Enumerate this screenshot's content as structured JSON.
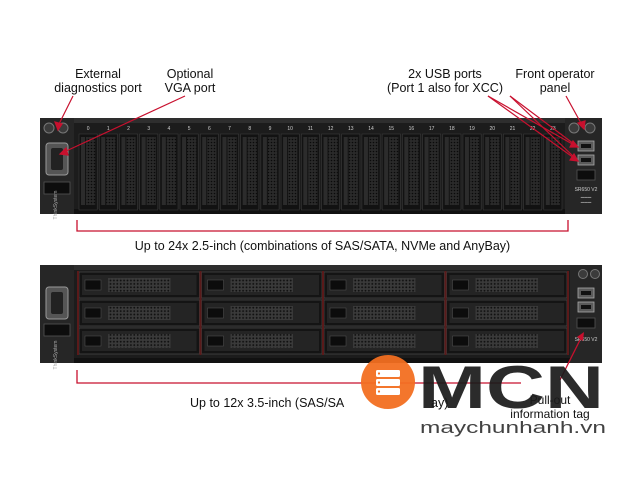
{
  "labels": {
    "ext_diag_1": "External",
    "ext_diag_2": "diagnostics port",
    "vga_1": "Optional",
    "vga_2": "VGA port",
    "usb_1": "2x USB ports",
    "usb_2": "(Port 1 also for XCC)",
    "fop_1": "Front operator",
    "fop_2": "panel",
    "drives_24": "Up to 24x 2.5-inch (combinations of SAS/SATA, NVMe and AnyBay)",
    "drives_12": "Up to 12x 3.5-inch (SAS/SA",
    "drives_12_tail": "ay)",
    "pull_1": "Pull-out",
    "pull_2": "information tag"
  },
  "servers": {
    "top_model": "SR650 V2",
    "bottom_model": "SR650 V2",
    "brand": "ThinkSystem",
    "top_bay_numbers": [
      "0",
      "1",
      "2",
      "3",
      "4",
      "5",
      "6",
      "7",
      "8",
      "9",
      "10",
      "11",
      "12",
      "13",
      "14",
      "15",
      "16",
      "17",
      "18",
      "19",
      "20",
      "21",
      "22",
      "23"
    ]
  },
  "watermark": {
    "brand": "MCN",
    "site": "maychunhanh.vn"
  },
  "colors": {
    "chassis": "#1c1c1c",
    "chassis_dark": "#0e0e0e",
    "bracket_red": "#c8102e",
    "watermark_orange": "#f26f21",
    "watermark_text": "#1a1a1a"
  }
}
